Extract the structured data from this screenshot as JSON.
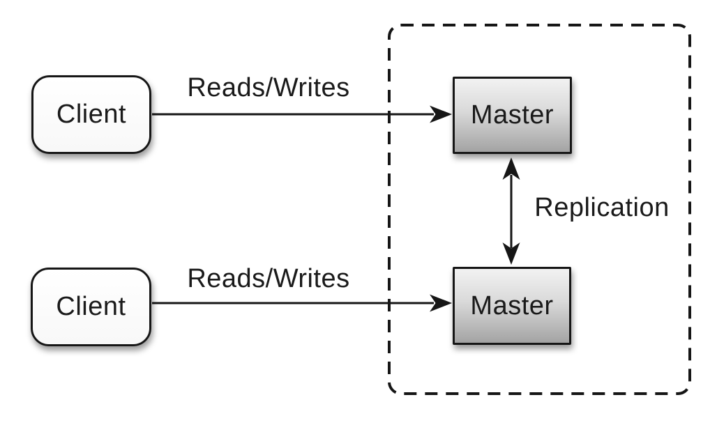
{
  "diagram": {
    "type": "architecture-diagram",
    "topic": "master-master replication",
    "nodes": {
      "clients": [
        {
          "label": "Client"
        },
        {
          "label": "Client"
        }
      ],
      "masters": [
        {
          "label": "Master"
        },
        {
          "label": "Master"
        }
      ]
    },
    "edges": {
      "reads_writes_top": {
        "label": "Reads/Writes",
        "from": "client-1",
        "to": "master-1",
        "direction": "one-way"
      },
      "reads_writes_bottom": {
        "label": "Reads/Writes",
        "from": "client-2",
        "to": "master-2",
        "direction": "one-way"
      },
      "replication": {
        "label": "Replication",
        "from": "master-1",
        "to": "master-2",
        "direction": "two-way"
      }
    },
    "boundary": {
      "style": "dashed-rounded-rect",
      "encloses": [
        "master-1",
        "master-2"
      ]
    }
  },
  "colors": {
    "bg": "#ffffff",
    "line": "#161616",
    "text": "#1a1a1a",
    "master_top": "#f2f2f2",
    "master_mid": "#d9d9d9",
    "master_bottom": "#a3a3a3",
    "client_top": "#ffffff",
    "client_bottom": "#f8f8f8",
    "shadow": "#00000066"
  }
}
